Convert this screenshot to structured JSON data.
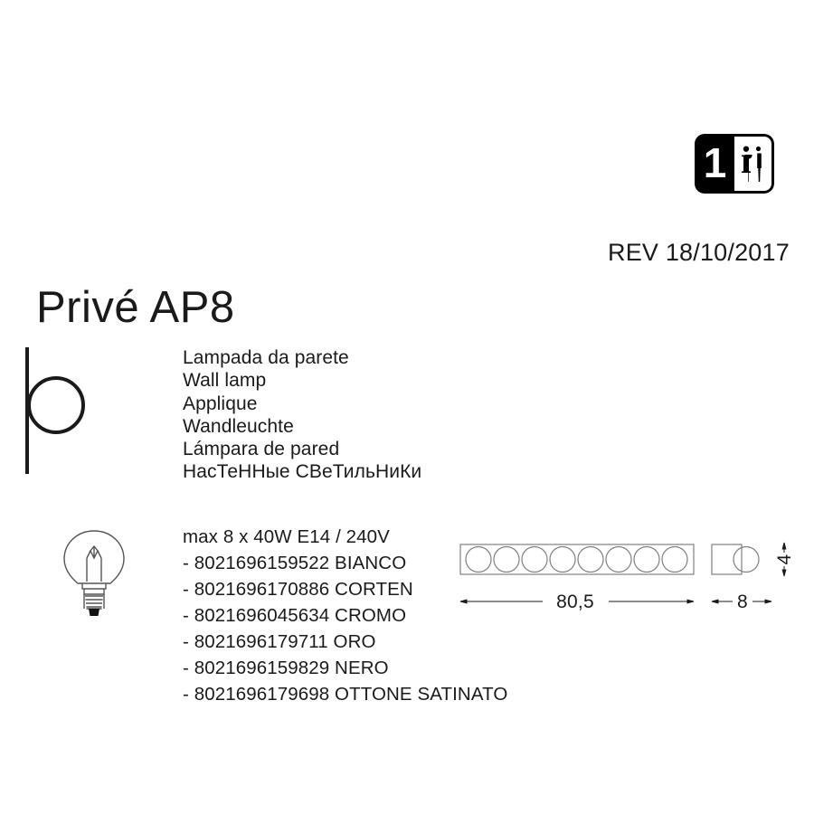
{
  "badge": {
    "lamp_count": "1",
    "info_letter": "i",
    "icon_info": "info-icon",
    "icon_tools": "tools-icon"
  },
  "revision": {
    "label": "REV 18/10/2017"
  },
  "product": {
    "title": "Privé AP8"
  },
  "pictograms": {
    "wall_lamp": "wall-lamp-icon",
    "bulb": "light-bulb-icon"
  },
  "languages": [
    {
      "lang": "it",
      "text": "Lampada da parete"
    },
    {
      "lang": "en",
      "text": "Wall lamp"
    },
    {
      "lang": "fr",
      "text": "Applique"
    },
    {
      "lang": "de",
      "text": "Wandleuchte"
    },
    {
      "lang": "es",
      "text": "Lámpara de pared"
    },
    {
      "lang": "ru",
      "text": "НасТеННые СВеТильНиКи"
    }
  ],
  "specs": {
    "lamp_spec": "max 8 x 40W E14 / 240V",
    "variants": [
      {
        "prefix": "-",
        "code": "8021696159522",
        "finish": "BIANCO"
      },
      {
        "prefix": "-",
        "code": "8021696170886",
        "finish": "CORTEN"
      },
      {
        "prefix": "-",
        "code": "8021696045634",
        "finish": "CROMO"
      },
      {
        "prefix": "-",
        "code": "8021696179711",
        "finish": "ORO"
      },
      {
        "prefix": "-",
        "code": "8021696159829",
        "finish": "NERO"
      },
      {
        "prefix": "-",
        "code": "8021696179698",
        "finish": "OTTONE SATINATO"
      }
    ]
  },
  "drawing": {
    "front_view": {
      "name": "front-view",
      "shape": "rectangle-with-circles",
      "circle_count": 8,
      "width_label": "80,5"
    },
    "side_view": {
      "name": "side-view",
      "shape": "square-with-circle",
      "width_label": "8",
      "height_label": "4"
    }
  },
  "colors": {
    "ink": "#1a1a1a",
    "line": "#808080",
    "badge_bg": "#000000",
    "page_bg": "#ffffff"
  }
}
